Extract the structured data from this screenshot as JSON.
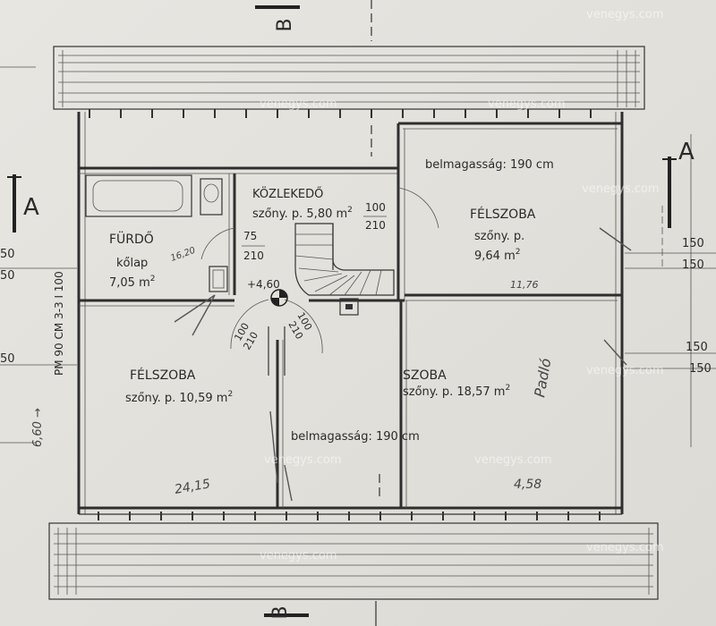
{
  "section_marks": {
    "b_top": "B",
    "b_bottom": "B",
    "a_left": "A",
    "a_right": "A"
  },
  "rooms": {
    "furdo": {
      "name": "FÜRDŐ",
      "finish": "kőlap",
      "area": "7,05 m",
      "sup": "2"
    },
    "kozlekedo": {
      "name": "KÖZLEKEDŐ",
      "area": "szőny. p. 5,80 m",
      "sup": "2"
    },
    "felszoba_ne": {
      "name": "FÉLSZOBA",
      "prefix": "szőny. p.",
      "area": "9,64  m",
      "sup": "2"
    },
    "felszoba_sw": {
      "name": "FÉLSZOBA",
      "area": "szőny. p.  10,59 m",
      "sup": "2"
    },
    "szoba": {
      "name": "SZOBA",
      "area": "szőny. p.  18,57 m",
      "sup": "2"
    }
  },
  "belmagassag_top": "belmagasság: 190 cm",
  "belmagassag_mid": "belmagasság: 190 cm",
  "doors": {
    "d1_w": "100",
    "d1_h": "210",
    "d2_w": "75",
    "d2_h": "210",
    "d3_w": "100",
    "d3_h": "210",
    "d4_w": "100",
    "d4_h": "210"
  },
  "level_mark": "+4,60",
  "right_dims": [
    "150",
    "150",
    "150",
    "150"
  ],
  "left_dims": [
    "50",
    "50",
    "50"
  ],
  "left_vertical": "PM 90 CM  3-3  I 100",
  "handwritten": {
    "left_dim": "6,60 →",
    "n1": "16,20",
    "n2": "11,76",
    "n3": "24,15",
    "n4": "4,58",
    "n5": "Padló"
  },
  "watermark": "venegys.com"
}
